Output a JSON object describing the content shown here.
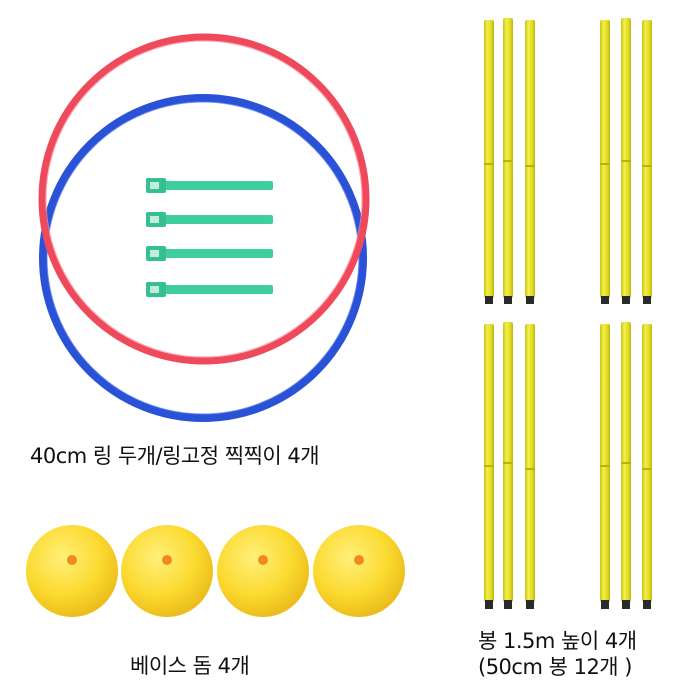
{
  "captions": {
    "rings": "40cm 링 두개/링고정 찍찍이 4개",
    "domes": "베이스 돔 4개",
    "poles_line1": "봉 1.5m 높이 4개",
    "poles_line2": "(50cm 봉  12개 )"
  },
  "colors": {
    "ring_red": "#ef4a5c",
    "ring_blue": "#2a52d6",
    "strap": "#3fcf9d",
    "pole": "#e6e02c",
    "dome": "#fbd92e",
    "dome_hole": "#f08a1c"
  },
  "items": {
    "rings": 2,
    "straps": 4,
    "pole_groups": 4,
    "poles_per_group": 3,
    "domes": 4
  }
}
